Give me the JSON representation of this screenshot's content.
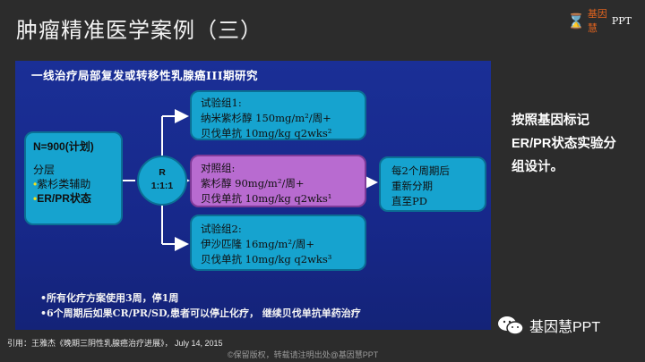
{
  "title": "肿瘤精准医学案例（三）",
  "logo": {
    "mark": "基因慧",
    "ppt": "PPT"
  },
  "panel": {
    "title": "一线治疗局部复发或转移性乳腺癌III期研究",
    "n_box": {
      "main": "N=900(计划)",
      "layer_label": "分层",
      "bullets": [
        "紫杉类辅助",
        "ER/PR状态"
      ]
    },
    "random": {
      "line1": "R",
      "line2": "1:1:1"
    },
    "arm1": {
      "line1": "试验组1:",
      "line2": "纳米紫杉醇 150mg/m²/周+",
      "line3": "贝伐单抗 10mg/kg q2wks²"
    },
    "control": {
      "line1": "对照组:",
      "line2": "紫杉醇 90mg/m²/周+",
      "line3": "贝伐单抗 10mg/kg q2wks¹"
    },
    "arm2": {
      "line1": "试验组2:",
      "line2": "伊沙匹隆 16mg/m²/周+",
      "line3": "贝伐单抗 10mg/kg q2wks³"
    },
    "followup": {
      "line1": "每2个周期后",
      "line2": "重新分期",
      "line3": "直至PD"
    },
    "notes": [
      "•所有化疗方案使用3周，停1周",
      "•6个周期后如果CR/PR/SD,患者可以停止化疗， 继续贝伐单抗单药治疗"
    ]
  },
  "side_text": "按照基因标记ER/PR状态实验分组设计。",
  "wechat": {
    "label": "基因慧PPT"
  },
  "citation": "引用：王雅杰《晚期三阴性乳腺癌治疗进展》， July 14, 2015",
  "copyright": "©保留版权，转载请注明出处@基因慧PPT",
  "colors": {
    "panel": "#1a2b8a",
    "box_blue": "#16a3cf",
    "box_purple": "#b86bd0",
    "accent_yellow": "#f2e21a",
    "logo_orange": "#e5641e"
  }
}
